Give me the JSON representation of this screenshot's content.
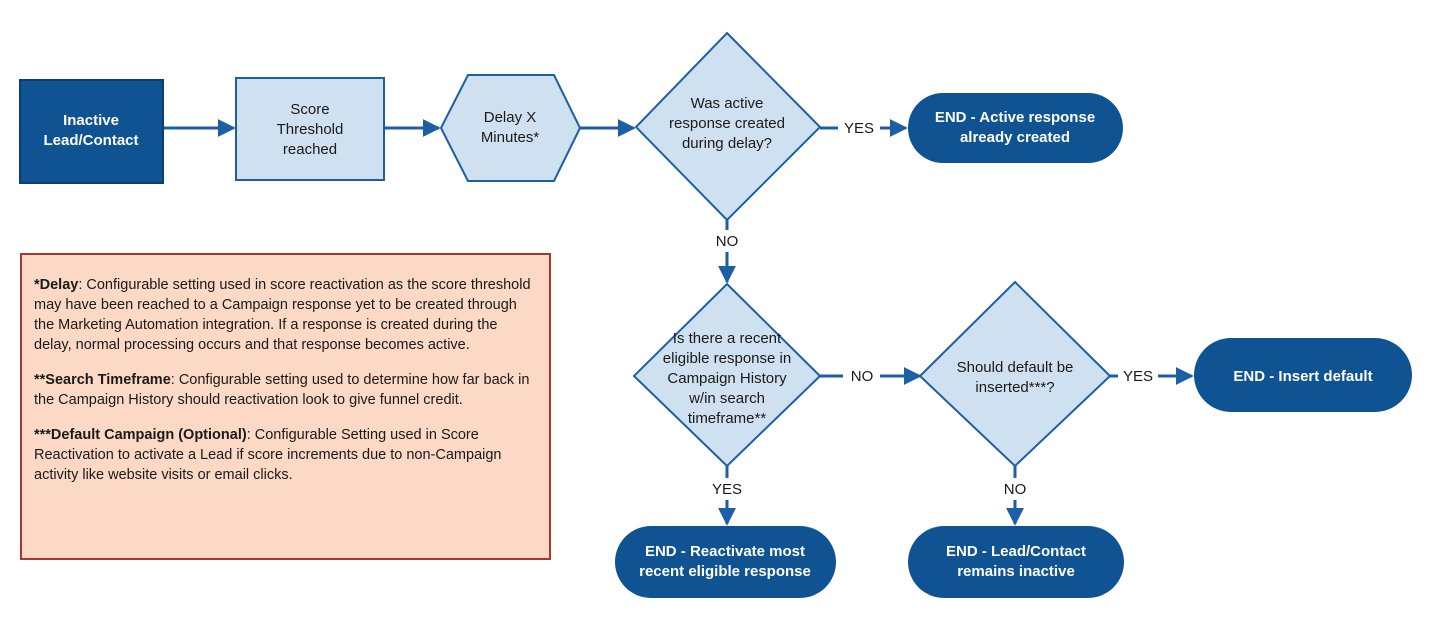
{
  "colors": {
    "dark_fill": "#0f5393",
    "light_fill": "#cfe0f1",
    "stroke": "#1c5fa3",
    "arrow": "#1c5fa3",
    "note_fill": "#fbd9c4",
    "note_border": "#a5392d"
  },
  "nodes": {
    "start": [
      "Inactive",
      "Lead/Contact"
    ],
    "score_threshold": [
      "Score",
      "Threshold",
      "reached"
    ],
    "delay": [
      "Delay X",
      "Minutes*"
    ],
    "decision_active": [
      "Was active",
      "response created",
      "during delay?"
    ],
    "end_active": [
      "END - Active response",
      "already created"
    ],
    "decision_recent": [
      "Is there a recent",
      "eligible response in",
      "Campaign History",
      "w/in search",
      "timeframe**"
    ],
    "decision_default": [
      "Should default be",
      "inserted***?"
    ],
    "end_insert": [
      "END - Insert default"
    ],
    "end_reactivate": [
      "END - Reactivate most",
      "recent eligible response"
    ],
    "end_inactive": [
      "END - Lead/Contact",
      "remains inactive"
    ]
  },
  "edges": {
    "yes_1": "YES",
    "no_1": "NO",
    "no_2": "NO",
    "yes_2": "YES",
    "yes_3": "YES",
    "no_3": "NO"
  },
  "notes": [
    {
      "term": "*Delay",
      "text": ": Configurable setting used in score reactivation as the score threshold may have been reached to a Campaign response yet to be created through the Marketing Automation integration. If a response is created during the delay, normal processing occurs and that response becomes active."
    },
    {
      "term": "**Search Timeframe",
      "text": ": Configurable setting used to determine how far back in the Campaign History should reactivation look to give funnel credit."
    },
    {
      "term": "***Default Campaign (Optional)",
      "text": ": Configurable Setting used in Score Reactivation to activate a Lead if score increments due to non-Campaign activity like website visits or email clicks."
    }
  ]
}
